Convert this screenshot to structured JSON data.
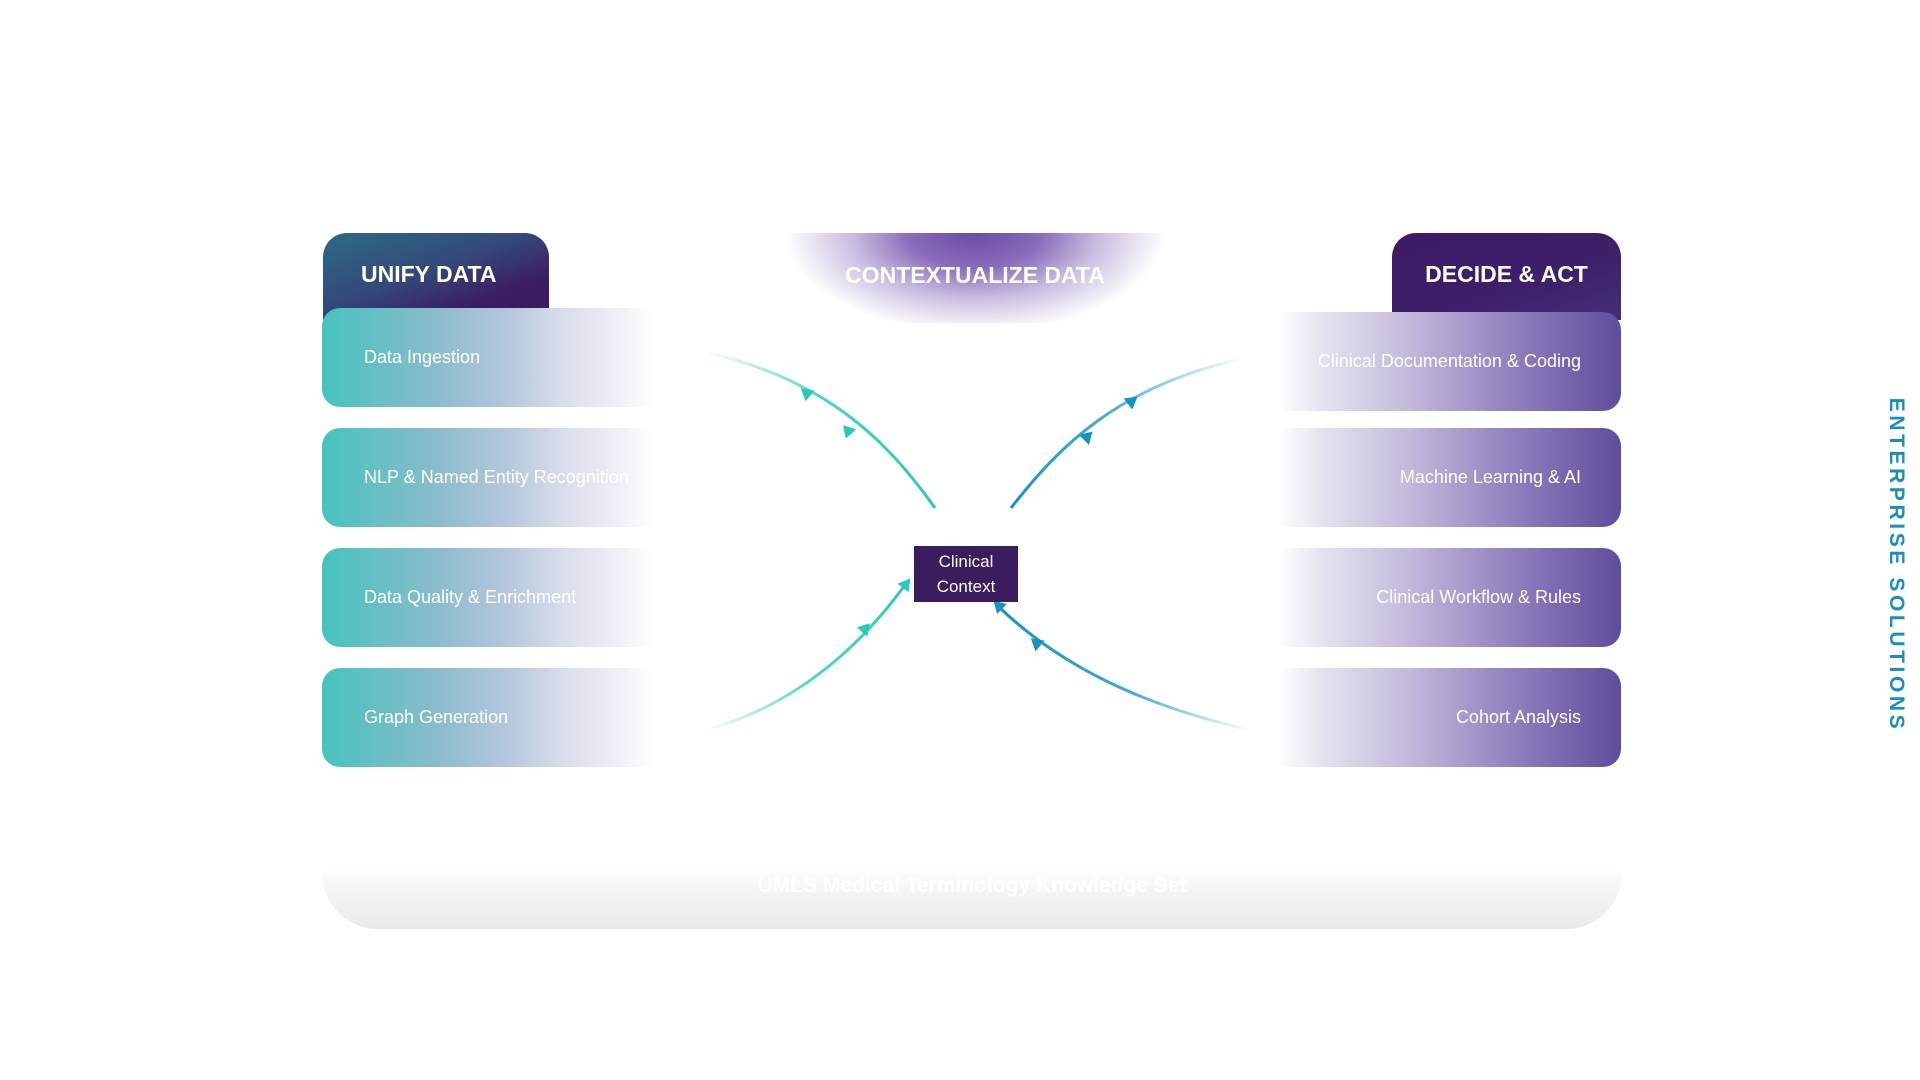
{
  "columns": {
    "left": {
      "title": "UNIFY DATA",
      "items": [
        "Data Ingestion",
        "NLP & Named Entity Recognition",
        "Data Quality & Enrichment",
        "Graph Generation"
      ]
    },
    "center": {
      "title": "CONTEXTUALIZE DATA",
      "node": {
        "line1": "Clinical",
        "line2": "Context"
      }
    },
    "right": {
      "title": "DECIDE & ACT",
      "items": [
        "Clinical Documentation & Coding",
        "Machine Learning & AI",
        "Clinical Workflow & Rules",
        "Cohort Analysis"
      ]
    }
  },
  "foundation": {
    "label": "UMLS Medical Terminology Knowledge Set"
  },
  "side_label": "ENTERPRISE SOLUTIONS",
  "colors": {
    "teal": "#2cc9b8",
    "blue": "#1593c2",
    "purple_dark": "#3b1c5e",
    "purple_mid": "#5f4d9d",
    "side_label": "#1a8fbf"
  }
}
